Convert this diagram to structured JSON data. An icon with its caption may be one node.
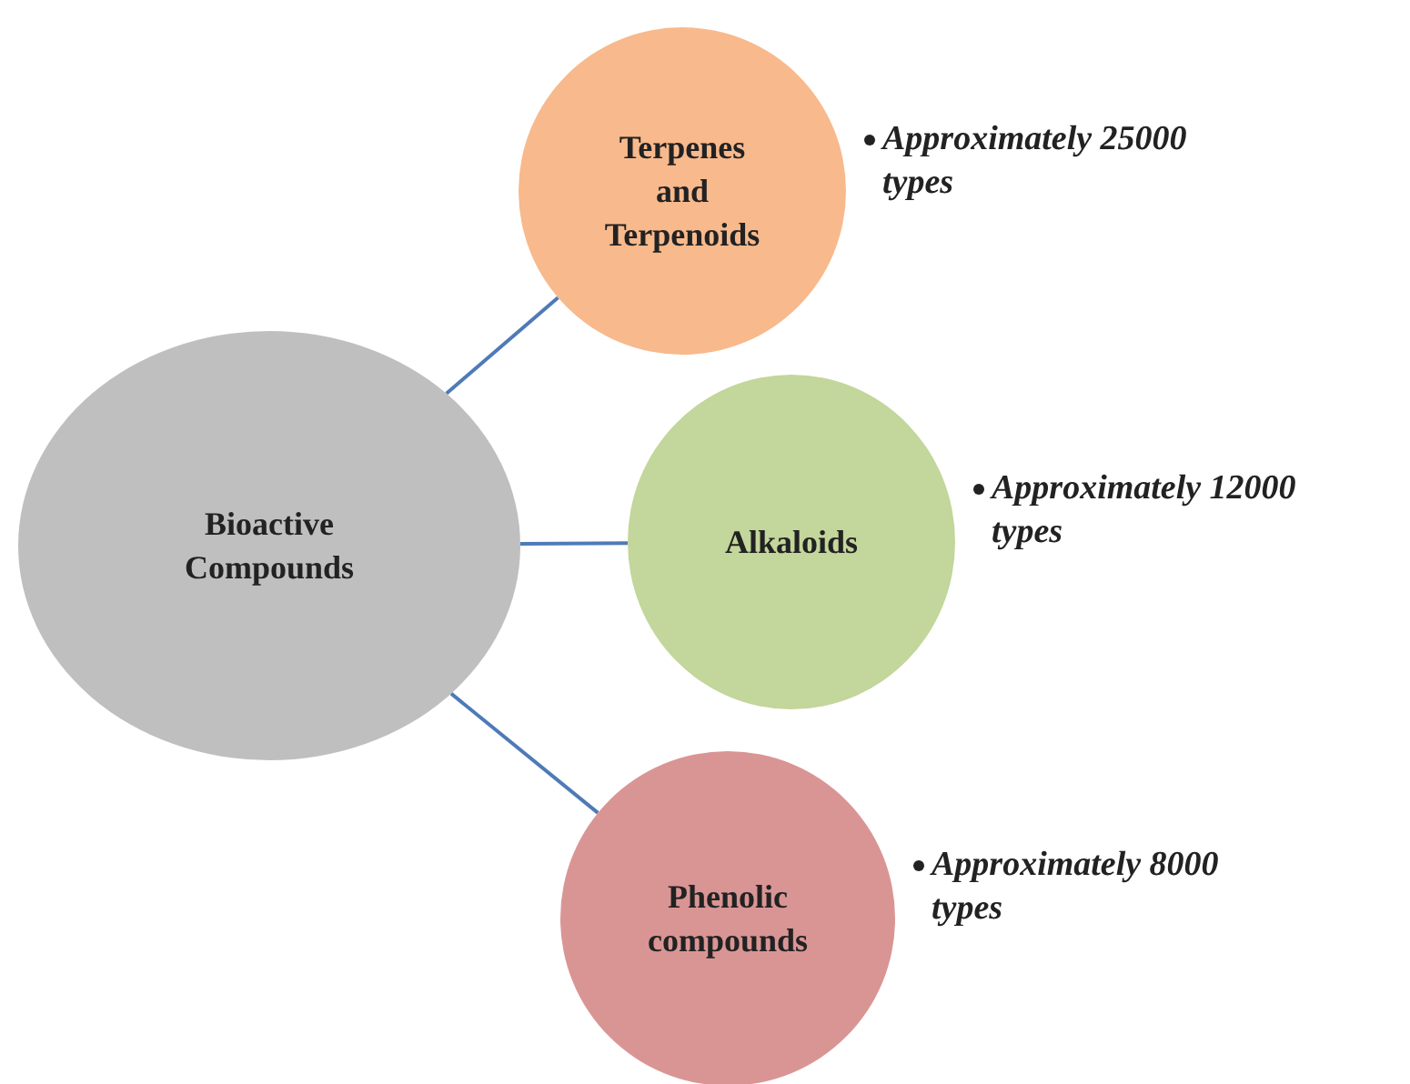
{
  "diagram": {
    "nodes": [
      {
        "text": [
          "Bioactive Compounds"
        ]
      },
      {
        "text": [
          "Terpenes and Terpenoids"
        ],
        "beside": [
          "Approximately 25000 types"
        ]
      },
      {
        "text": [
          "Alkaloids"
        ],
        "beside": [
          "Approximately 12000 types"
        ]
      },
      {
        "text": [
          "Phenolic compounds"
        ],
        "beside": [
          "Approximately 8000 types"
        ]
      }
    ],
    "edges": [
      {
        "from": 0,
        "to": 1,
        "arrow": "none"
      },
      {
        "from": 0,
        "to": 2,
        "arrow": "none"
      },
      {
        "from": 0,
        "to": 3,
        "arrow": "none"
      }
    ]
  }
}
